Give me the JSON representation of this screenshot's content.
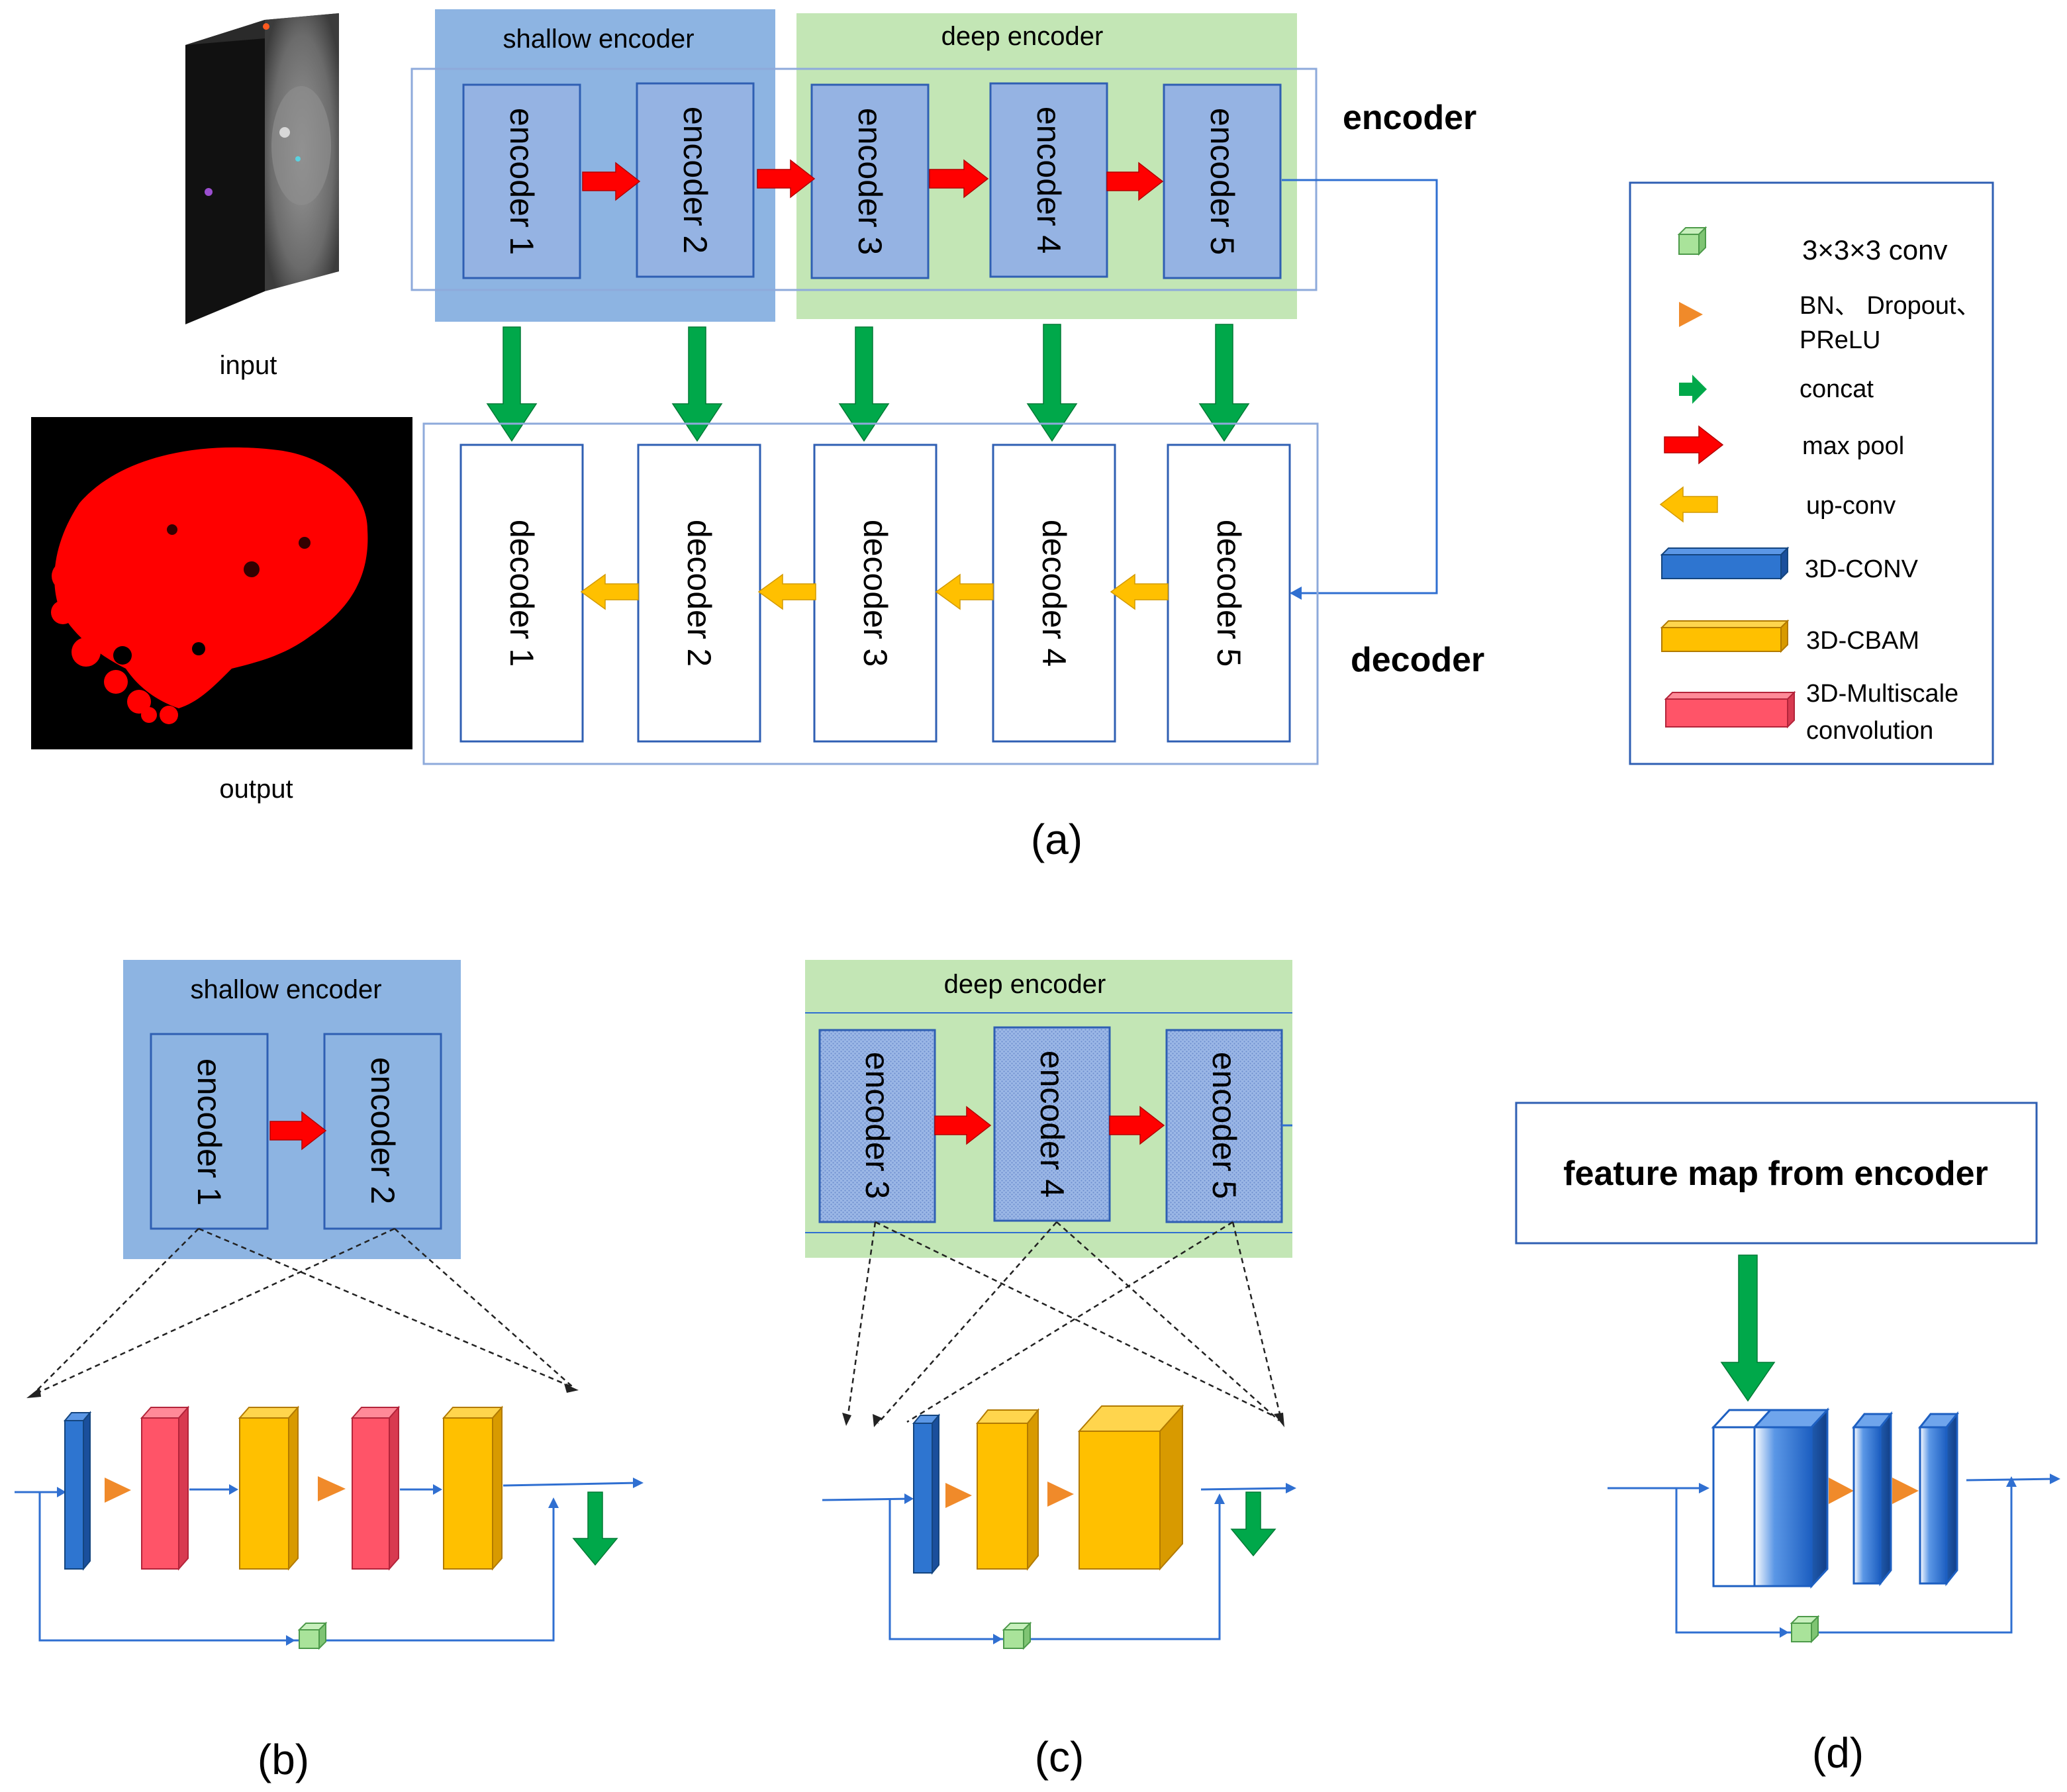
{
  "panel_a": {
    "caption": "(a)",
    "input_label": "input",
    "output_label": "output",
    "shallow_title": "shallow encoder",
    "deep_title": "deep encoder",
    "encoder_label": "encoder",
    "decoder_label": "decoder",
    "encoders": [
      "encoder 1",
      "encoder 2",
      "encoder 3",
      "encoder 4",
      "encoder 5"
    ],
    "decoders": [
      "decoder 1",
      "decoder 2",
      "decoder 3",
      "decoder 4",
      "decoder 5"
    ]
  },
  "legend": {
    "items": [
      {
        "icon": "conv-cube-icon",
        "lines": [
          "3×3×3 conv"
        ]
      },
      {
        "icon": "orange-triangle-icon",
        "lines": [
          "BN、 Dropout、",
          "PReLU"
        ]
      },
      {
        "icon": "green-arrow-icon",
        "lines": [
          "concat"
        ]
      },
      {
        "icon": "red-arrow-icon",
        "lines": [
          "max pool"
        ]
      },
      {
        "icon": "yellow-arrow-icon",
        "lines": [
          "up-conv"
        ]
      },
      {
        "icon": "blue-block-icon",
        "lines": [
          "3D-CONV"
        ]
      },
      {
        "icon": "yellow-block-icon",
        "lines": [
          "3D-CBAM"
        ]
      },
      {
        "icon": "red-block-icon",
        "lines": [
          "3D-Multiscale",
          "convolution"
        ]
      }
    ]
  },
  "panel_b": {
    "caption": "(b)",
    "title": "shallow encoder",
    "encoders": [
      "encoder 1",
      "encoder 2"
    ]
  },
  "panel_c": {
    "caption": "(c)",
    "title": "deep encoder",
    "encoders": [
      "encoder 3",
      "encoder 4",
      "encoder 5"
    ]
  },
  "panel_d": {
    "caption": "(d)",
    "feature_label": "feature map from encoder"
  },
  "colors": {
    "shallow_bg": "#8db4e2",
    "deep_bg": "#c3e6b5",
    "encoder_box": "#95b3e3",
    "box_border": "#4472c4",
    "red_arrow": "#ff0000",
    "green_arrow": "#00a84a",
    "yellow_arrow": "#ffc000",
    "blue_block": "#2e75d0",
    "yellow_block": "#ffc000",
    "red_block": "#ff5468",
    "conv_cube": "#a9e39a",
    "orange_triangle": "#f08a2a"
  }
}
